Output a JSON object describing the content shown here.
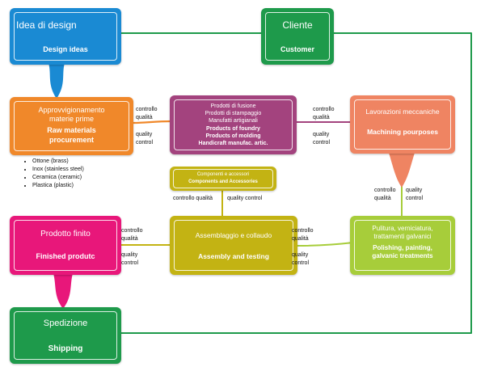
{
  "colors": {
    "blue": "#1a8ad3",
    "green": "#1e9a4b",
    "orange": "#f0882a",
    "purple": "#a3437e",
    "salmon": "#ef8462",
    "magenta": "#e8177a",
    "olive": "#c3b313",
    "lime": "#a7cd3a"
  },
  "nodes": {
    "idea": {
      "title": "Idea di design",
      "subtitle": "Design ideas"
    },
    "cliente": {
      "title": "Cliente",
      "subtitle": "Customer"
    },
    "approv": {
      "title1": "Approvvigionamento",
      "title2": "materie prime",
      "sub1": "Raw materials",
      "sub2": "procurement"
    },
    "prodotti": {
      "l1": "Prodotti di fusione",
      "l2": "Prodotti di stampaggio",
      "l3": "Manufatti artigianali",
      "l4": "Products of foundry",
      "l5": "Products of molding",
      "l6": "Handicraft manufac. artic."
    },
    "lavorazioni": {
      "title": "Lavorazioni meccaniche",
      "subtitle": "Machining pourposes"
    },
    "componenti": {
      "title": "Componenti e accessori",
      "subtitle": "Components and Accessories"
    },
    "prodotto_finito": {
      "title": "Prodotto finito",
      "subtitle": "Finished produtc"
    },
    "assemblaggio": {
      "title": "Assemblaggio e collaudo",
      "subtitle": "Assembly and testing"
    },
    "pulitura": {
      "l1": "Pulitura, verniciatura,",
      "l2": "trattamenti galvanici",
      "l3": "Polishing, painting,",
      "l4": "galvanic treatments"
    },
    "spedizione": {
      "title": "Spedizione",
      "subtitle": "Shipping"
    }
  },
  "labels": {
    "controllo": "controllo",
    "qualita": "qualità",
    "quality": "quality",
    "control": "control",
    "controllo_qualita": "controllo qualità",
    "quality_control": "quality control"
  },
  "materials": [
    "Ottone (brass)",
    "Inox (stainless steel)",
    "Ceramica (ceramic)",
    "Plastica (plastic)"
  ]
}
